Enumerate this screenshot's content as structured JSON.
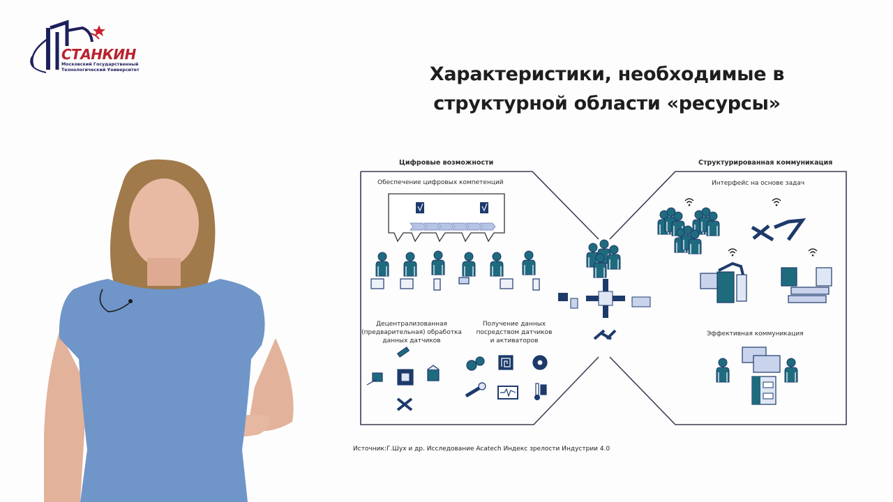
{
  "logo": {
    "name": "СТАНКИН",
    "subtitle_line1": "Московский Государственный",
    "subtitle_line2": "Технологический Университет",
    "colors": {
      "red": "#b8232f",
      "navy": "#1d1f5c"
    }
  },
  "slide": {
    "title_line1": "Характеристики, необходимые в",
    "title_line2": "структурной области «ресурсы»"
  },
  "diagram": {
    "left_section": {
      "heading": "Цифровые возможности",
      "subsections": [
        {
          "label": "Обеспечение цифровых компетенций",
          "icons": [
            "document-bag-icon",
            "document-bag-icon",
            "process-arrows-icon",
            "worker-with-tablet-icon",
            "worker-with-tablet-icon",
            "worker-with-phone-icon",
            "worker-with-box-icon",
            "worker-with-tablet-icon",
            "worker-with-phone-icon"
          ]
        },
        {
          "label_line1": "Децентрализованная",
          "label_line2": "(предварительная) обработка",
          "label_line3": "данных датчиков",
          "icons": [
            "wrench-icon",
            "conveyor-icon",
            "microchip-icon",
            "open-box-icon",
            "tools-icon"
          ]
        },
        {
          "label_line1": "Получение данных",
          "label_line2": "посредством датчиков",
          "label_line3": "и активаторов",
          "icons": [
            "gears-icon",
            "rfid-tag-icon",
            "aperture-icon",
            "scanner-icon",
            "waveform-monitor-icon",
            "thermometer-icon"
          ]
        }
      ]
    },
    "center": {
      "icons": [
        "people-group-icon",
        "cross-connector-icon",
        "robot-arm-icon",
        "materials-icon",
        "tools-icon"
      ]
    },
    "right_section": {
      "heading": "Структурированная коммуникация",
      "subsections": [
        {
          "label": "Интерфейс на основе задач",
          "icons": [
            "wifi-icon",
            "people-group-icon",
            "wifi-icon",
            "tools-icon",
            "wifi-icon",
            "machinery-icon",
            "wifi-icon",
            "boxes-materials-icon"
          ]
        },
        {
          "label": "Эффективная коммуникация",
          "icons": [
            "worker-icon",
            "chat-bubbles-icon",
            "file-cabinet-icon",
            "worker-icon"
          ]
        }
      ]
    },
    "colors": {
      "frame": "#3a3d52",
      "icon_dark": "#1f6b7e",
      "icon_navy": "#1d3a6b",
      "icon_light": "#c9d3ec"
    }
  },
  "source": "Источник:Г.Шух и др. Исследование Acatech  Индекс зрелости Индустрии 4.0"
}
